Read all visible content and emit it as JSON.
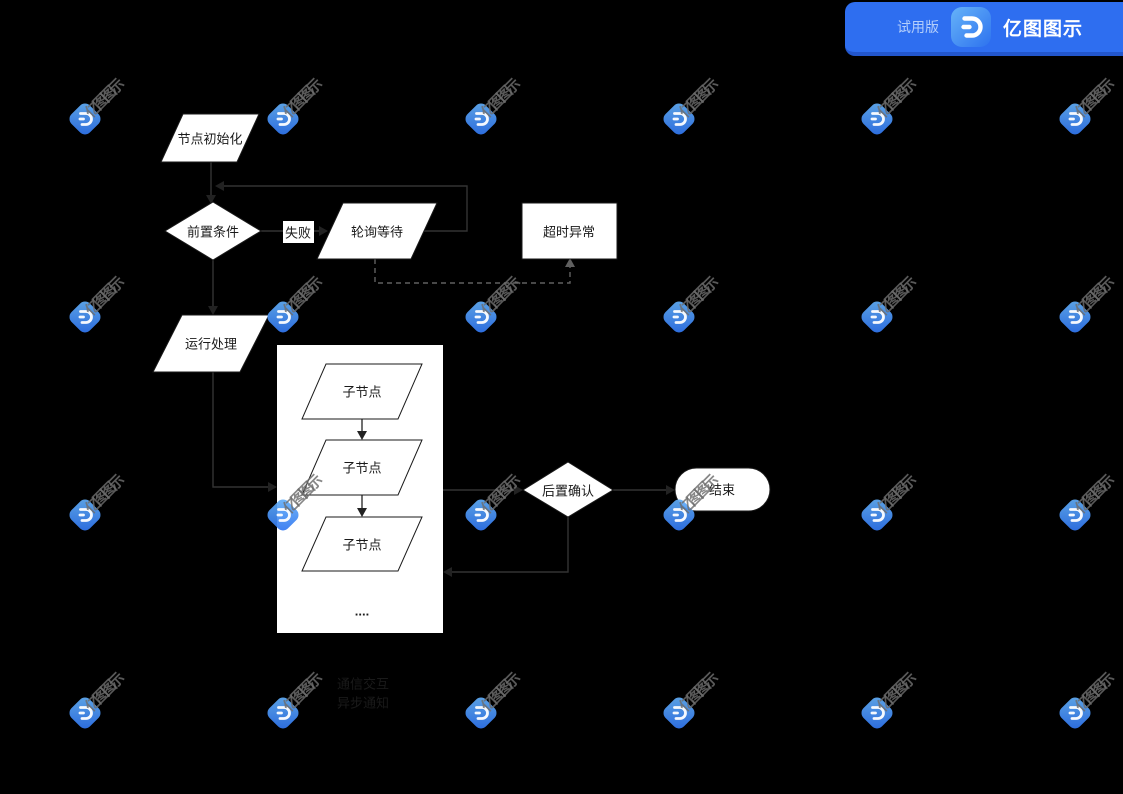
{
  "badge": {
    "trial_label": "试用版",
    "app_name": "亿图图示"
  },
  "watermark": {
    "text": "亿图图示"
  },
  "flowchart": {
    "nodes": {
      "init": "节点初始化",
      "precondition": "前置条件",
      "fail_label": "失败",
      "polling": "轮询等待",
      "timeout": "超时异常",
      "run": "运行处理",
      "child1": "子节点",
      "child2": "子节点",
      "child3": "子节点",
      "ellipsis": "....",
      "post_confirm": "后置确认",
      "end": "结束"
    },
    "legend": {
      "line1": "通信交互",
      "line2": "异步通知"
    },
    "colors": {
      "background": "#000000",
      "shape_fill": "#ffffff",
      "solid_line": "#333333",
      "dashed_line": "#606060",
      "shape_text": "#1a1a1a",
      "legend_text": "#3e3e3e",
      "badge_blue": "#2e6ef0",
      "logo_blue": "#3f9df4"
    }
  }
}
